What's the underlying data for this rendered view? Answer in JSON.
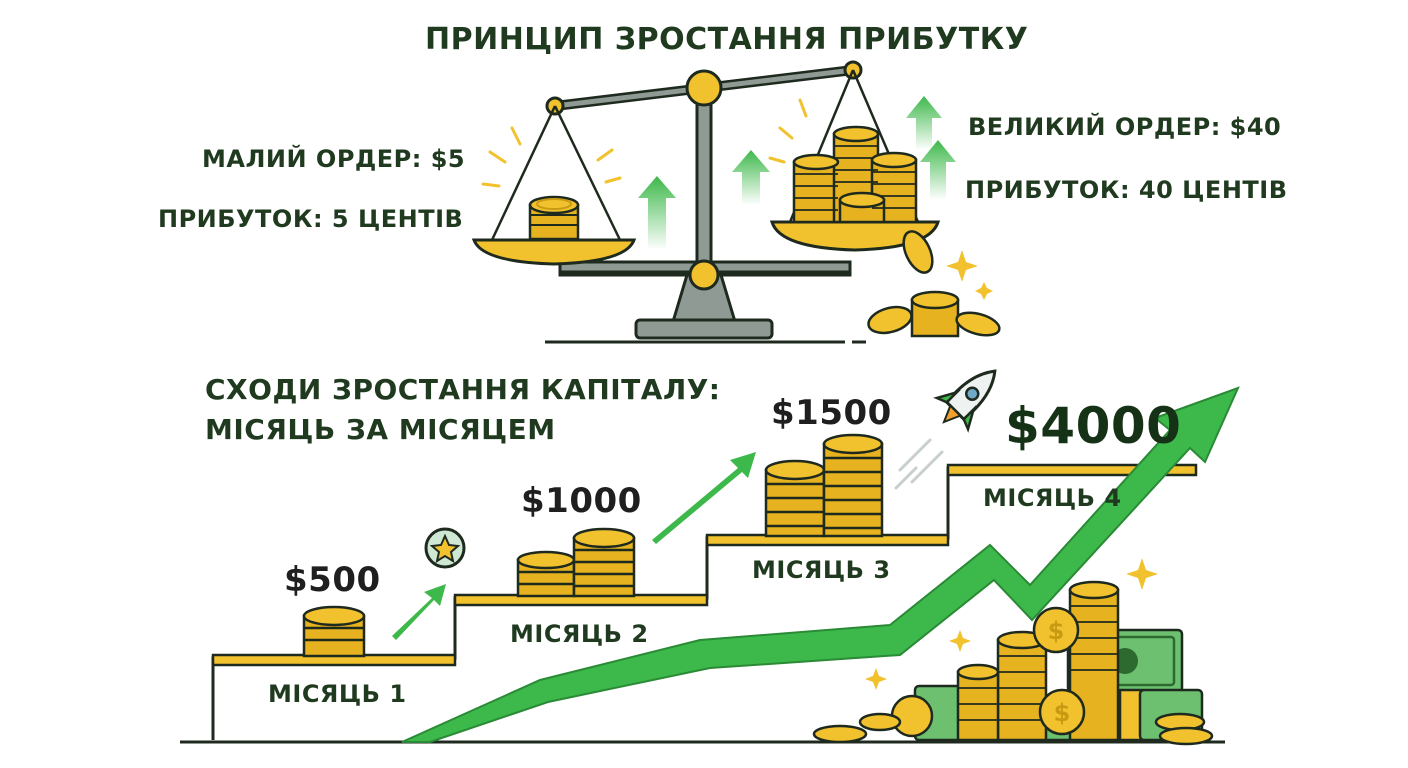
{
  "top": {
    "title": "ПРИНЦИП ЗРОСТАННЯ ПРИБУТКУ",
    "left_order": "МАЛИЙ ОРДЕР: $5",
    "left_profit": "ПРИБУТОК: 5 ЦЕНТІВ",
    "right_order": "ВЕЛИКИЙ ОРДЕР: $40",
    "right_profit": "ПРИБУТОК: 40 ЦЕНТІВ"
  },
  "bottom": {
    "title_line1": "СХОДИ ЗРОСТАННЯ КАПІТАЛУ:",
    "title_line2": "МІСЯЦЬ ЗА МІСЯЦЕМ",
    "steps": [
      {
        "amount": "$500",
        "month": "МІСЯЦЬ 1"
      },
      {
        "amount": "$1000",
        "month": "МІСЯЦЬ 2"
      },
      {
        "amount": "$1500",
        "month": "МІСЯЦЬ 3"
      },
      {
        "amount": "$4000",
        "month": "МІСЯЦЬ 4"
      }
    ]
  },
  "colors": {
    "gold": "#f2c12e",
    "gold_dark": "#c79a12",
    "green": "#3db84a",
    "dark_green": "#1f3a1f",
    "steel": "#7c8a84",
    "cash": "#4caf50"
  }
}
